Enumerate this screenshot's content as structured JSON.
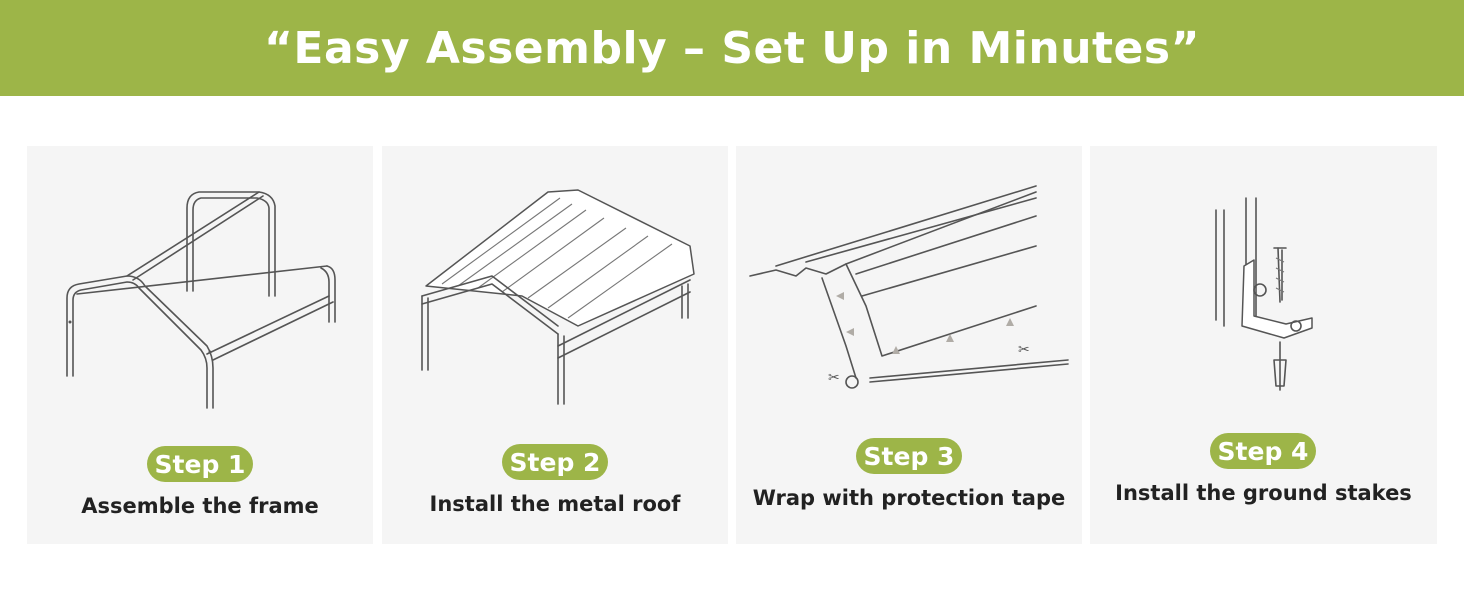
{
  "colors": {
    "accent": "#9db548",
    "panel_bg": "#f5f5f5",
    "text": "#222222"
  },
  "banner": {
    "title": "“Easy Assembly – Set Up in Minutes”"
  },
  "steps": [
    {
      "badge": "Step 1",
      "caption": "Assemble the frame",
      "icon": "frame-illustration"
    },
    {
      "badge": "Step 2",
      "caption": "Install the metal roof",
      "icon": "roof-illustration"
    },
    {
      "badge": "Step 3",
      "caption": "Wrap with protection tape",
      "icon": "tape-illustration"
    },
    {
      "badge": "Step 4",
      "caption": "Install the ground stakes",
      "icon": "stake-illustration"
    }
  ]
}
